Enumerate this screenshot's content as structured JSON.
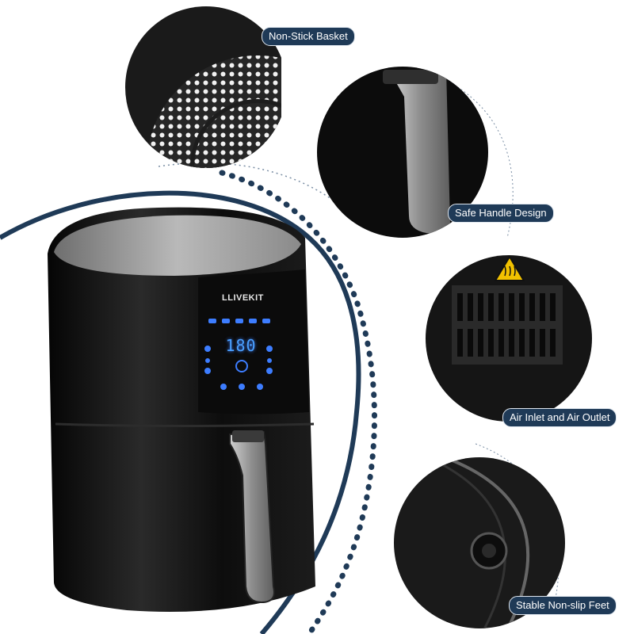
{
  "product": {
    "brand": "LLIVEKIT",
    "display_value": "180"
  },
  "callouts": [
    {
      "label": "Non-Stick Basket",
      "icon": "basket-icon"
    },
    {
      "label": "Safe Handle Design",
      "icon": "handle-icon"
    },
    {
      "label": "Air Inlet and Air Outlet",
      "icon": "vent-icon"
    },
    {
      "label": "Stable Non-slip Feet",
      "icon": "foot-icon"
    }
  ],
  "colors": {
    "accent": "#1f3a57",
    "body": "#111111",
    "steel": "#9a9a9a",
    "display": "#4aa0ff",
    "warning": "#f2c200"
  }
}
